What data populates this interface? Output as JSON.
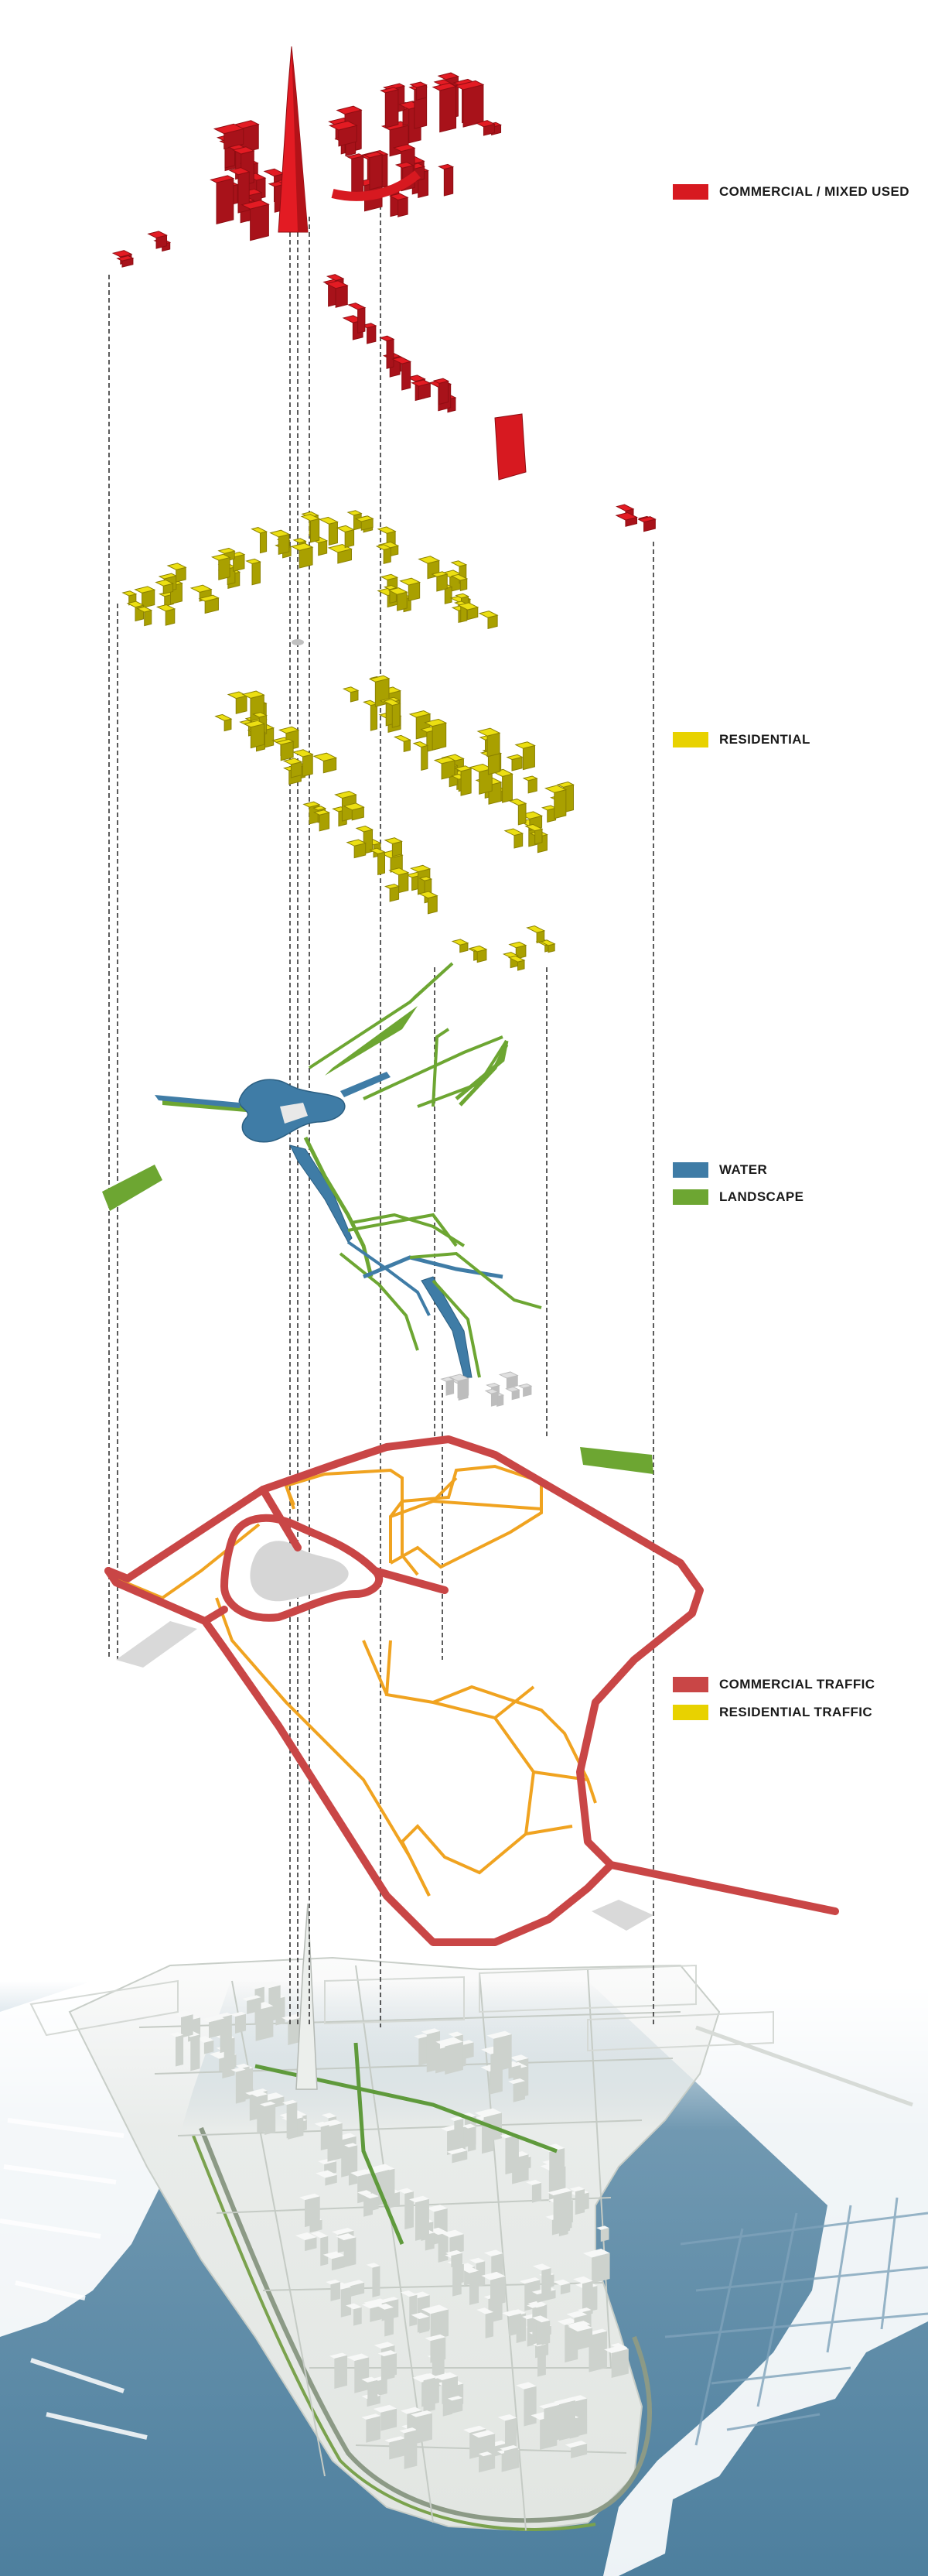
{
  "legend": {
    "commercial": {
      "label": "COMMERCIAL / MIXED USED",
      "color": "#d71920"
    },
    "residential": {
      "label": "RESIDENTIAL",
      "color": "#e8d200"
    },
    "water": {
      "label": "WATER",
      "color": "#3f7ca6"
    },
    "landscape": {
      "label": "LANDSCAPE",
      "color": "#6da632"
    },
    "commercial_traffic": {
      "label": "COMMERCIAL TRAFFIC",
      "color": "#c94646"
    },
    "residential_traffic": {
      "label": "RESIDENTIAL TRAFFIC",
      "color": "#e8d200"
    }
  },
  "colors": {
    "commercial_block": "#d71920",
    "residential_block": "#e6d800",
    "water": "#3f7ca6",
    "landscape": "#6da632",
    "commercial_road": "#c94646",
    "residential_road": "#f0a320",
    "sea": "#4d7f9e",
    "city_ground": "#e9ecea",
    "ghost_gray": "#cfcfcf",
    "guide_line": "#333333"
  },
  "layers": [
    "commercial-layer",
    "residential-layer",
    "water-landscape-layer",
    "traffic-layer",
    "base-city-model"
  ]
}
